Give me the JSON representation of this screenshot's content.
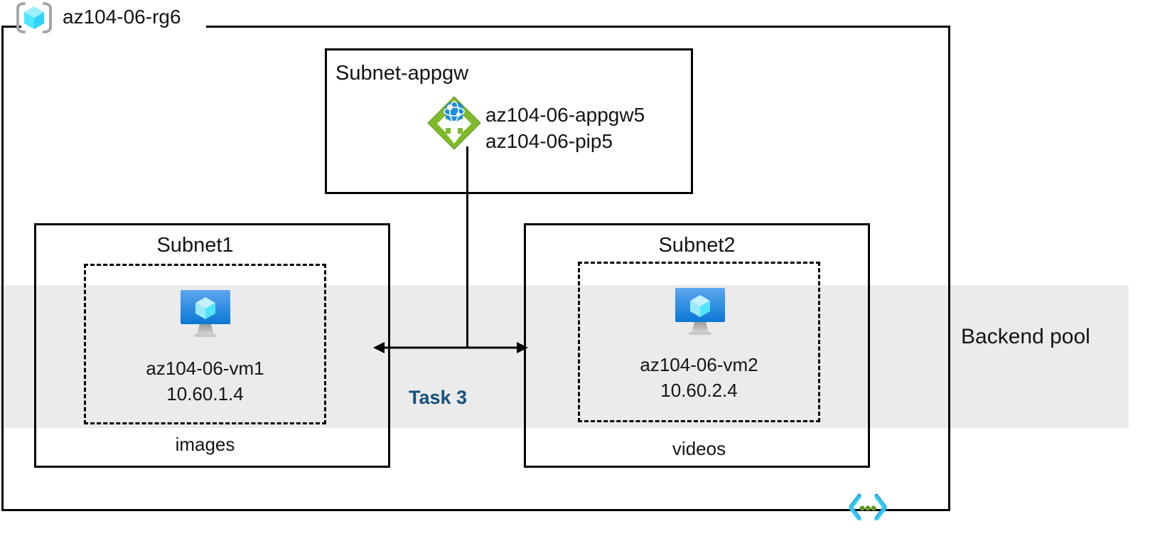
{
  "diagram": {
    "resource_group": {
      "label": "az104-06-rg6",
      "icon": "resource-group-cube-icon"
    },
    "backend_pool": {
      "label": "Backend pool",
      "band_color": "#ebebeb"
    },
    "gateway_subnet": {
      "title": "Subnet-appgw",
      "icon": "application-gateway-icon",
      "resources": [
        "az104-06-appgw5",
        "az104-06-pip5"
      ],
      "appgw_name": "az104-06-appgw5",
      "pip_name": "az104-06-pip5"
    },
    "subnets": [
      {
        "title": "Subnet1",
        "vm_icon": "virtual-machine-icon",
        "vm_name": "az104-06-vm1",
        "vm_ip": "10.60.1.4",
        "pool_path": "images"
      },
      {
        "title": "Subnet2",
        "vm_icon": "virtual-machine-icon",
        "vm_name": "az104-06-vm2",
        "vm_ip": "10.60.2.4",
        "pool_path": "videos"
      }
    ],
    "annotations": {
      "task_label": "Task 3",
      "task_label_color": "#15517d"
    },
    "footer_icon": "code-brackets-dots-icon",
    "colors": {
      "gateway_green": "#7fba2a",
      "gateway_globe_blue": "#1b8ce0",
      "vm_screen_blue": "#0f7ad6",
      "cube_cyan": "#50e6ff",
      "border_black": "#000000",
      "band_gray": "#ebebeb"
    }
  }
}
